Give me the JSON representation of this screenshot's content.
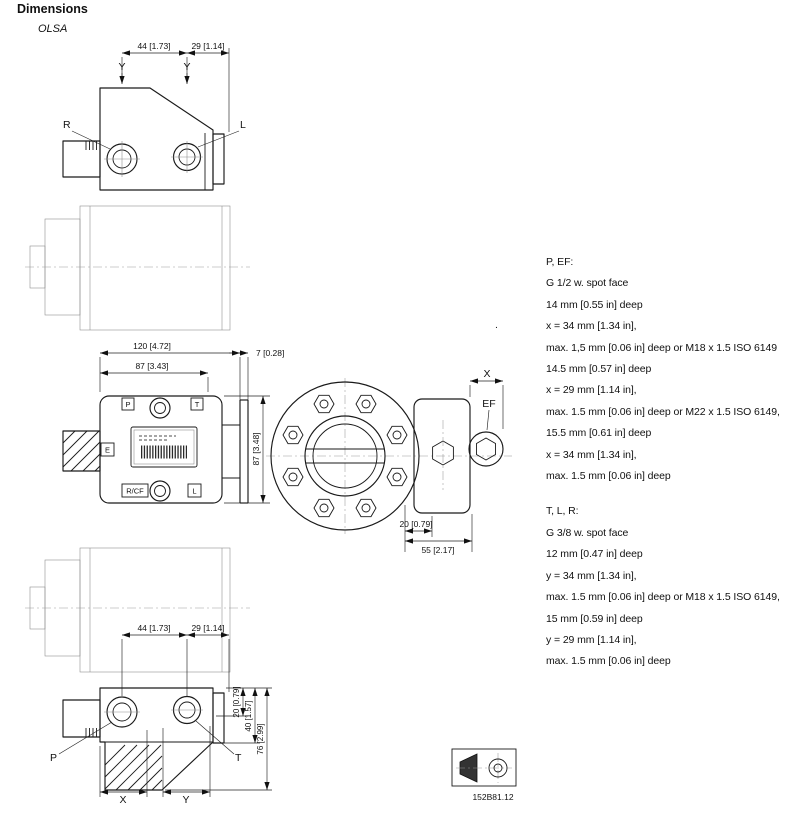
{
  "page": {
    "title": "Dimensions",
    "subtitle": "OLSA",
    "drawing_number": "152B81.12",
    "stray_mark": "."
  },
  "top_view": {
    "dim_port_spacing": "44 [1.73]",
    "dim_port_edge": "29 [1.14]",
    "label_y_left": "Y",
    "label_y_right": "Y",
    "label_port_r": "R",
    "label_port_l": "L"
  },
  "front_view": {
    "dim_width_total": "120 [4.72]",
    "dim_width_body": "87 [3.43]",
    "dim_plate_thickness": "7 [0.28]",
    "dim_height_body": "87 [3.48]",
    "label_port_p": "P",
    "label_port_t": "T",
    "label_port_e": "E",
    "label_port_rcf": "R/CF",
    "label_port_l": "L"
  },
  "flange_view": {
    "label_port_ef": "EF",
    "label_dim_x": "X",
    "dim_offset": "20 [0.79]",
    "dim_depth": "55 [2.17]"
  },
  "bottom_view": {
    "dim_port_spacing": "44 [1.73]",
    "dim_port_edge": "29 [1.14]",
    "dim_depth_20": "20 [0.79]",
    "dim_depth_40": "40 [1.57]",
    "dim_depth_76": "76 [2.99]",
    "label_port_p": "P",
    "label_port_t": "T",
    "label_dim_x": "X",
    "label_dim_y": "Y"
  },
  "notes": {
    "p_ef": {
      "heading": "P, EF:",
      "lines": [
        "G 1/2 w. spot face",
        "14 mm [0.55 in] deep",
        "x = 34 mm [1.34 in],",
        "max. 1,5 mm [0.06 in] deep or M18 x 1.5 ISO 6149",
        "14.5 mm [0.57 in] deep",
        "x = 29 mm [1.14 in],",
        "max. 1.5 mm [0.06 in] deep or M22 x 1.5 ISO 6149,",
        "15.5 mm [0.61 in] deep",
        "x = 34 mm [1.34 in],",
        "max. 1.5 mm [0.06 in] deep"
      ]
    },
    "t_l_r": {
      "heading": "T, L, R:",
      "lines": [
        "G 3/8 w. spot face",
        "12 mm [0.47 in] deep",
        "y = 34 mm [1.34 in],",
        "max. 1.5 mm [0.06 in] deep or M18 x 1.5 ISO 6149,",
        "15 mm [0.59 in] deep",
        "y = 29 mm [1.14 in],",
        "max. 1.5 mm [0.06 in] deep"
      ]
    }
  }
}
